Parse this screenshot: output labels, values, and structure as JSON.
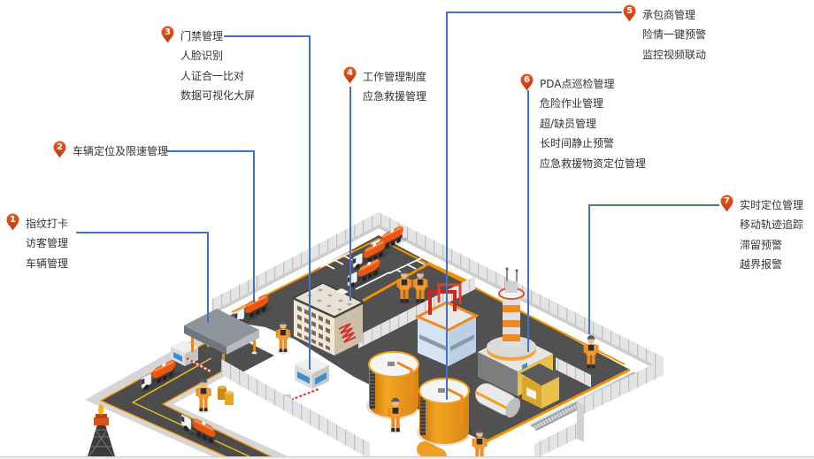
{
  "colors": {
    "pin": "#ec5a1e",
    "leader_line": "#4472c4",
    "text": "#333333",
    "accent_orange": "#f39200"
  },
  "pin_icon": "map-pin-icon",
  "illustration": {
    "name": "isometric-oil-depot-scene"
  },
  "callouts": [
    {
      "number": "1",
      "items": [
        "指纹打卡",
        "访客管理",
        "车辆管理"
      ]
    },
    {
      "number": "2",
      "items": [
        "车辆定位及限速管理"
      ]
    },
    {
      "number": "3",
      "items": [
        "门禁管理",
        "人脸识别",
        "人证合一比对",
        "数据可视化大屏"
      ]
    },
    {
      "number": "4",
      "items": [
        "工作管理制度",
        "应急救援管理"
      ]
    },
    {
      "number": "5",
      "items": [
        "承包商管理",
        "险情一键预警",
        "监控视频联动"
      ]
    },
    {
      "number": "6",
      "items": [
        "PDA点巡检管理",
        "危险作业管理",
        "超/缺员管理",
        "长时间静止预警",
        "应急救援物资定位管理"
      ]
    },
    {
      "number": "7",
      "items": [
        "实时定位管理",
        "移动轨迹追踪",
        "滞留预警",
        "越界报警"
      ]
    }
  ]
}
